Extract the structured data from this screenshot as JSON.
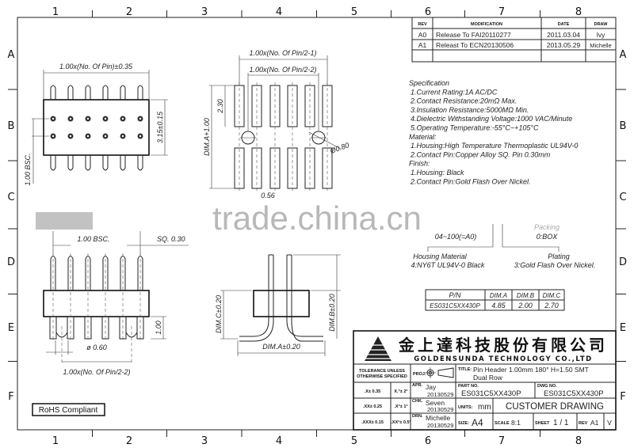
{
  "frame": {
    "columns": [
      "1",
      "2",
      "3",
      "4",
      "5",
      "6",
      "7",
      "8"
    ],
    "rows": [
      "A",
      "B",
      "C",
      "D",
      "E",
      "F"
    ]
  },
  "revision_table": {
    "headers": [
      "REV",
      "MODIFICATION",
      "DATE",
      "DRAW"
    ],
    "rows": [
      [
        "A0",
        "Release To FAI20110277",
        "2011.03.04",
        "Ivy"
      ],
      [
        "A1",
        "Releast To ECN20130506",
        "2013.05.29",
        "Michelle"
      ]
    ]
  },
  "top_view": {
    "width_dim": "1.00x(No. Of Pin)±0.35",
    "height_dim": "3.15±0.15",
    "pitch_dim": "1.00 BSC."
  },
  "footprint": {
    "dim1": "1.00x(No. Of Pin/2-1)",
    "dim2": "1.00x(No. Of Pin/2-2)",
    "pad_len": "2.30",
    "total": "DIM.A+1.00",
    "hole": "Ø0.80",
    "pad_w": "0.56"
  },
  "front_view": {
    "pitch": "1.00 BSC.",
    "sq": "SQ. 0.30",
    "height": "1.00",
    "post": "ø 0.60",
    "span": "1.00x(No. Of Pin/2-2)"
  },
  "side_view": {
    "dim_a": "DIM.A±0.20",
    "dim_b": "DIM.B±0.20",
    "dim_c": "DIM.C±0.20"
  },
  "specification": {
    "lines": [
      "Specification",
      "1.Current Rating:1A AC/DC",
      "2.Contact Resistance:20mΩ Max.",
      "3.Insulation Resistance:5000MΩ Min.",
      "4.Dielectric Withstanding Voltage:1000 VAC/Minute",
      "5.Operating Temperature:-55°C~+105°C",
      "Material:",
      "1.Housing:High Temperature Thermoplastic UL94V-0",
      "2.Contact Pin:Copper Alloy SQ. Pin 0.30mm",
      "Finish:",
      "1.Housing: Black",
      "2.Contact Pin:Gold Flash Over Nickel."
    ]
  },
  "part_code": {
    "pins": "04~100(=A0)",
    "packing_label": "Packing",
    "packing": "0:BOX",
    "housing_label": "Housing Material",
    "housing": "4:NY6T UL94V-0 Black",
    "plating_label": "Plating",
    "plating": "3:Gold Flash Over Nickel."
  },
  "pn_table": {
    "headers": [
      "P/N",
      "DIM.A",
      "DIM.B",
      "DIM.C"
    ],
    "rows": [
      [
        "ES031C5XX430P",
        "4.85",
        "2.00",
        "2.70"
      ]
    ]
  },
  "title_block": {
    "company_cn": "金上達科技股份有限公司",
    "company_en": "GOLDENSUNDA TECHNOLOGY CO.,LTD",
    "tolerance": [
      "TOLERANCE UNLESS",
      "OTHERWISE SPECIFIED"
    ],
    "tol_rows": [
      [
        ".X± 0.35",
        "X.°± 2°"
      ],
      [
        ".XX± 0.25",
        ".X°± 1°"
      ],
      [
        ".XXX± 0.15",
        ".XX°± 0.5°"
      ]
    ],
    "proj_label": "PROJ.",
    "title_label": "TITLE:",
    "title": [
      "Pin Header 1.00mm 180° H=1.50 SMT",
      "Dual Row"
    ],
    "apr_label": "APR.",
    "apr_name": "Jay",
    "apr_date": "20130529",
    "chk_label": "CHK.",
    "chk_name": "Seven",
    "chk_date": "20130529",
    "drn_label": "DRN.",
    "drn_name": "Michelle",
    "drn_date": "20130529",
    "part_no_label": "PART NO.",
    "part_no": "ES031C5XX430P",
    "dwg_no_label": "DWG NO.",
    "dwg_no": "ES031C5XX430P",
    "units_label": "UNITS:",
    "units": "mm",
    "drawing_type": "CUSTOMER DRAWING",
    "size_label": "SIZE:",
    "size": "A4",
    "scale_label": "SCALE",
    "scale": "8:1",
    "sheet_label": "SHEET",
    "sheet": "1 / 1",
    "rev_label": "REV",
    "rev": "A1",
    "v": "V"
  },
  "rohs": "RoHS Compliant",
  "watermark": "trade.china.cn"
}
